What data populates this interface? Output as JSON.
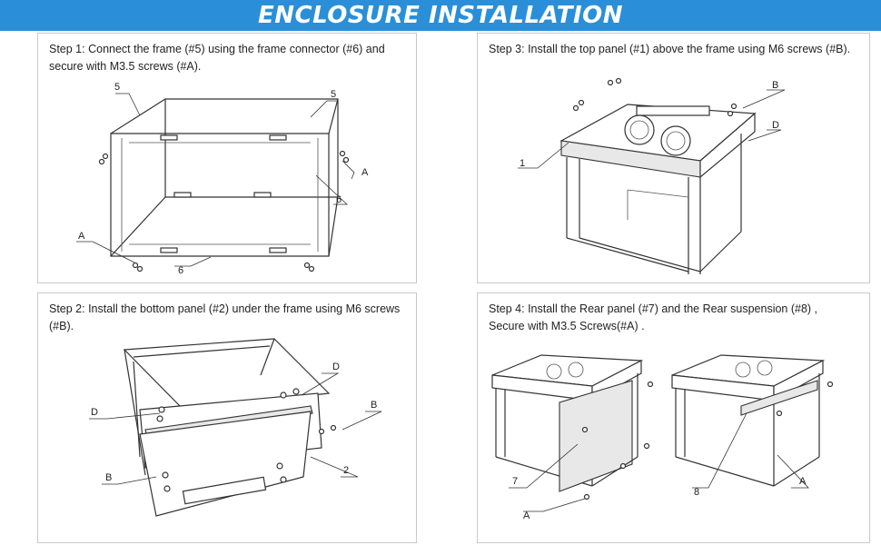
{
  "header": {
    "title": "ENCLOSURE INSTALLATION"
  },
  "steps": [
    {
      "text": "Step 1: Connect the frame (#5) using the frame connector (#6) and secure with M3.5 screws (#A).",
      "callouts": {
        "c1": "5",
        "c2": "5",
        "c3": "A",
        "c4": "6",
        "c5": "A",
        "c6": "6"
      }
    },
    {
      "text": "Step 2: Install the bottom panel (#2) under the frame using M6 screws (#B).",
      "callouts": {
        "c1": "D",
        "c2": "D",
        "c3": "B",
        "c4": "B",
        "c5": "2"
      }
    },
    {
      "text": "Step 3: Install the top panel (#1) above the frame using M6 screws (#B).",
      "callouts": {
        "c1": "B",
        "c2": "D",
        "c3": "1"
      }
    },
    {
      "text": "Step 4: Install the Rear panel (#7) and the Rear suspension (#8) , Secure with M3.5 Screws(#A) .",
      "callouts": {
        "c1": "7",
        "c2": "A",
        "c3": "8",
        "c4": "A"
      }
    }
  ],
  "colors": {
    "banner": "#2a8fd8",
    "panel_border": "#c9c9c9"
  }
}
